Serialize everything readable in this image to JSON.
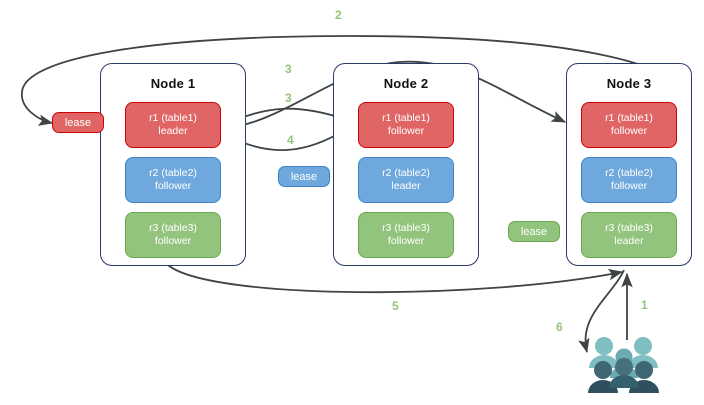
{
  "diagram": {
    "title": "",
    "colors": {
      "replica_red": "#e06666",
      "replica_red_border": "#cc0000",
      "replica_blue": "#6fa8dc",
      "replica_blue_border": "#3d85c6",
      "replica_green": "#93c47d",
      "replica_green_border": "#6aa84f",
      "node_border": "#2b3a67",
      "arrow": "#3f4444",
      "step_label": "#93c47d",
      "users_light": "#7fbfc2",
      "users_mid": "#4e7f88",
      "users_dark": "#2f4f5e"
    }
  },
  "nodes": [
    {
      "title": "Node 1",
      "replicas": [
        {
          "name": "r1 (table1)",
          "role": "leader",
          "color": "red"
        },
        {
          "name": "r2 (table2)",
          "role": "follower",
          "color": "blue"
        },
        {
          "name": "r3 (table3)",
          "role": "follower",
          "color": "green"
        }
      ]
    },
    {
      "title": "Node 2",
      "replicas": [
        {
          "name": "r1 (table1)",
          "role": "follower",
          "color": "red"
        },
        {
          "name": "r2 (table2)",
          "role": "leader",
          "color": "blue"
        },
        {
          "name": "r3 (table3)",
          "role": "follower",
          "color": "green"
        }
      ]
    },
    {
      "title": "Node 3",
      "replicas": [
        {
          "name": "r1 (table1)",
          "role": "follower",
          "color": "red"
        },
        {
          "name": "r2 (table2)",
          "role": "follower",
          "color": "blue"
        },
        {
          "name": "r3 (table3)",
          "role": "leader",
          "color": "green"
        }
      ]
    }
  ],
  "leases": [
    {
      "label": "lease",
      "color": "red"
    },
    {
      "label": "lease",
      "color": "blue"
    },
    {
      "label": "lease",
      "color": "green"
    }
  ],
  "steps": [
    {
      "id": "1",
      "label": "1"
    },
    {
      "id": "2",
      "label": "2"
    },
    {
      "id": "3a",
      "label": "3"
    },
    {
      "id": "3b",
      "label": "3"
    },
    {
      "id": "4",
      "label": "4"
    },
    {
      "id": "5",
      "label": "5"
    },
    {
      "id": "6",
      "label": "6"
    }
  ],
  "icons": {
    "users": "users-group-icon"
  }
}
